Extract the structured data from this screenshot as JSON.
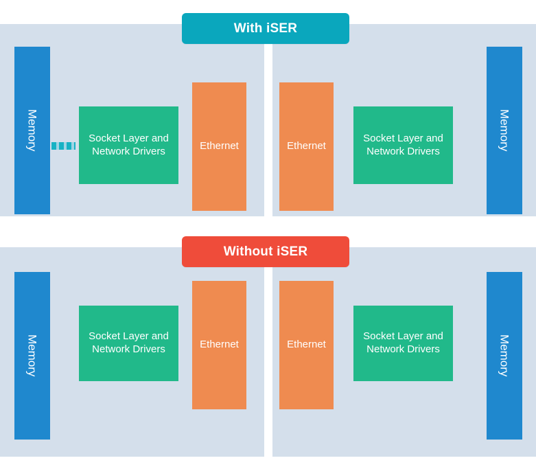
{
  "diagram": {
    "type": "comparison-block-diagram",
    "background": "#ffffff",
    "panel_background": "#d4dfeb",
    "colors": {
      "memory": "#1f88ce",
      "socket_layer": "#21b98a",
      "ethernet": "#ef8b50",
      "title_with_iser": "#0aa7bd",
      "title_without_iser": "#ef4c3a",
      "connector": "#17b2c4",
      "text": "#ffffff"
    }
  },
  "sections": [
    {
      "id": "with-iser",
      "title": "With iSER",
      "title_color": "#0aa7bd",
      "has_connector": true,
      "left_host": {
        "memory": "Memory",
        "socket_layer": "Socket Layer and Network Drivers",
        "ethernet": "Ethernet"
      },
      "right_host": {
        "ethernet": "Ethernet",
        "socket_layer": "Socket Layer and Network Drivers",
        "memory": "Memory"
      }
    },
    {
      "id": "without-iser",
      "title": "Without iSER",
      "title_color": "#ef4c3a",
      "has_connector": false,
      "left_host": {
        "memory": "Memory",
        "socket_layer": "Socket Layer and Network Drivers",
        "ethernet": "Ethernet"
      },
      "right_host": {
        "ethernet": "Ethernet",
        "socket_layer": "Socket Layer and Network Drivers",
        "memory": "Memory"
      }
    }
  ],
  "labels": {
    "memory": "Memory",
    "socket_layer_line1": "Socket Layer and",
    "socket_layer_line2": "Network Drivers",
    "ethernet": "Ethernet"
  }
}
